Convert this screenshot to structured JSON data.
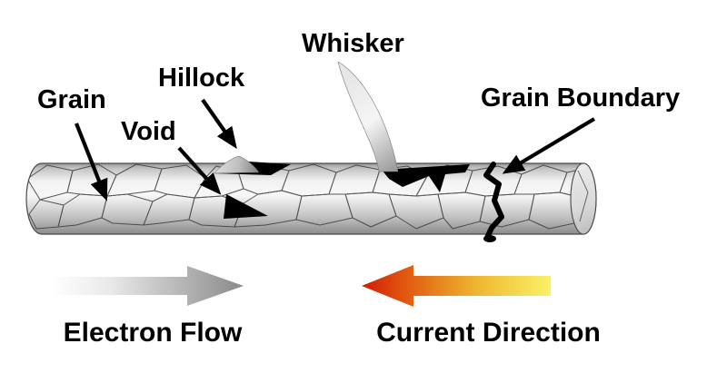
{
  "diagram": {
    "subject": "electromigration-wire-diagram",
    "background": "#ffffff",
    "labels": {
      "grain": "Grain",
      "void": "Void",
      "hillock": "Hillock",
      "whisker": "Whisker",
      "grain_boundary": "Grain Boundary"
    },
    "flow": {
      "electron": {
        "label": "Electron Flow",
        "direction": "right",
        "color_start": "#ffffff",
        "color_end": "#878787"
      },
      "current": {
        "label": "Current Direction",
        "direction": "left",
        "color_head": "#d11b04",
        "color_tail": "#faf266"
      }
    },
    "wire": {
      "texture": "polycrystalline-grains",
      "color_light": "#f6f6f6",
      "color_dark": "#8e8e8e",
      "outline": "#4a4a4a",
      "defect_color": "#000000"
    }
  }
}
